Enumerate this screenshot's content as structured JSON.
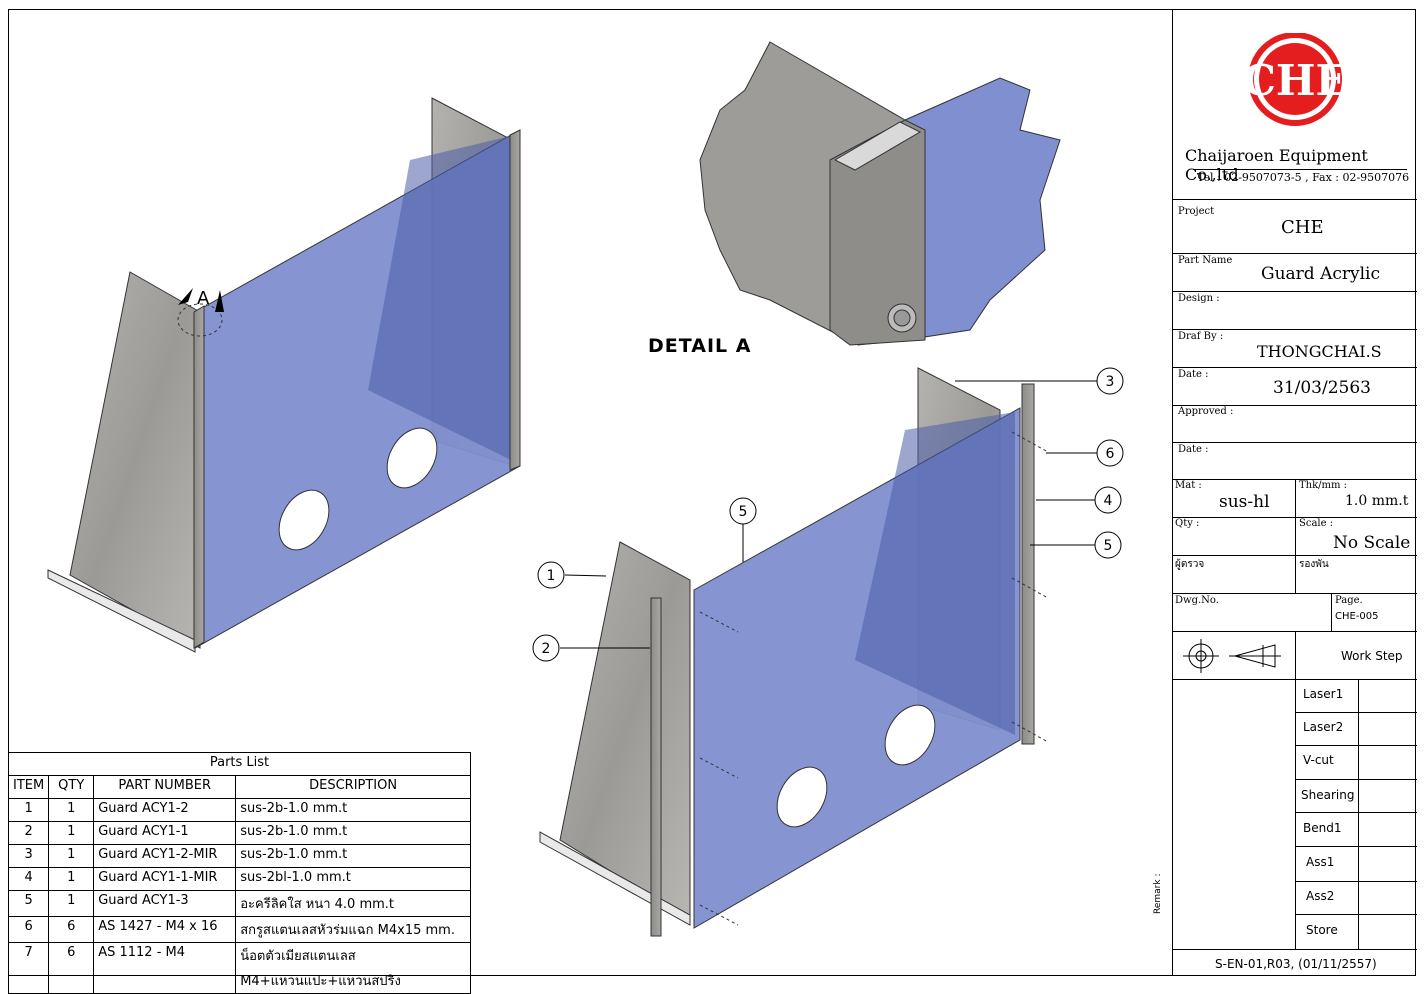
{
  "company": {
    "name": "Chaijaroen Equipment Co.,ltd",
    "contact": "Tel : 02-9507073-5 , Fax : 02-9507076",
    "logo_text": "CHE",
    "logo_color": "#e41e1e"
  },
  "title_block": {
    "project_label": "Project",
    "project_value": "CHE",
    "part_name_label": "Part Name",
    "part_name_value": "Guard Acrylic",
    "design_label": "Design :",
    "draf_by_label": "Draf By :",
    "draf_by_value": "THONGCHAI.S",
    "date_label": "Date :",
    "date_value": "31/03/2563",
    "approved_label": "Approved :",
    "date2_label": "Date :",
    "mat_label": "Mat :",
    "mat_value": "sus-hl",
    "thk_label": "Thk/mm :",
    "thk_value": "1.0 mm.t",
    "qty_label": "Qty :",
    "scale_label": "Scale :",
    "scale_value": "No Scale",
    "approve1_label": "ผู้ตรวจ",
    "approve2_label": "รองพัน",
    "dwg_label": "Dwg.No.",
    "page_label": "Page.",
    "page_value": "CHE-005",
    "work_step_label": "Work Step",
    "remark_label": "Remark :",
    "footer": "S-EN-01,R03, (01/11/2557)"
  },
  "work_steps": [
    "Laser1",
    "Laser2",
    "V-cut",
    "Shearing",
    "Bend1",
    "Ass1",
    "Ass2",
    "Store"
  ],
  "detail_label": "DETAIL A",
  "section_marker": "A",
  "callouts": [
    "1",
    "2",
    "3",
    "4",
    "5",
    "5",
    "6"
  ],
  "parts_list": {
    "title": "Parts List",
    "headers": [
      "ITEM",
      "QTY",
      "PART NUMBER",
      "DESCRIPTION"
    ],
    "rows": [
      {
        "item": "1",
        "qty": "1",
        "part": "Guard ACY1-2",
        "desc": "sus-2b-1.0 mm.t"
      },
      {
        "item": "2",
        "qty": "1",
        "part": "Guard ACY1-1",
        "desc": "sus-2b-1.0 mm.t"
      },
      {
        "item": "3",
        "qty": "1",
        "part": "Guard ACY1-2-MIR",
        "desc": "sus-2b-1.0 mm.t"
      },
      {
        "item": "4",
        "qty": "1",
        "part": "Guard ACY1-1-MIR",
        "desc": "sus-2bl-1.0 mm.t"
      },
      {
        "item": "5",
        "qty": "1",
        "part": "Guard ACY1-3",
        "desc": "อะครีลิคใส หนา 4.0 mm.t"
      },
      {
        "item": "6",
        "qty": "6",
        "part": "AS 1427 - M4 x 16",
        "desc": "สกรูสแตนเลสหัวร่มแฉก M4x15 mm."
      },
      {
        "item": "7",
        "qty": "6",
        "part": "AS 1112 - M4",
        "desc": "น็อตตัวเมียสแตนเลส",
        "desc2": "M4+แหวนแปะ+แหวนสปริง"
      }
    ]
  }
}
